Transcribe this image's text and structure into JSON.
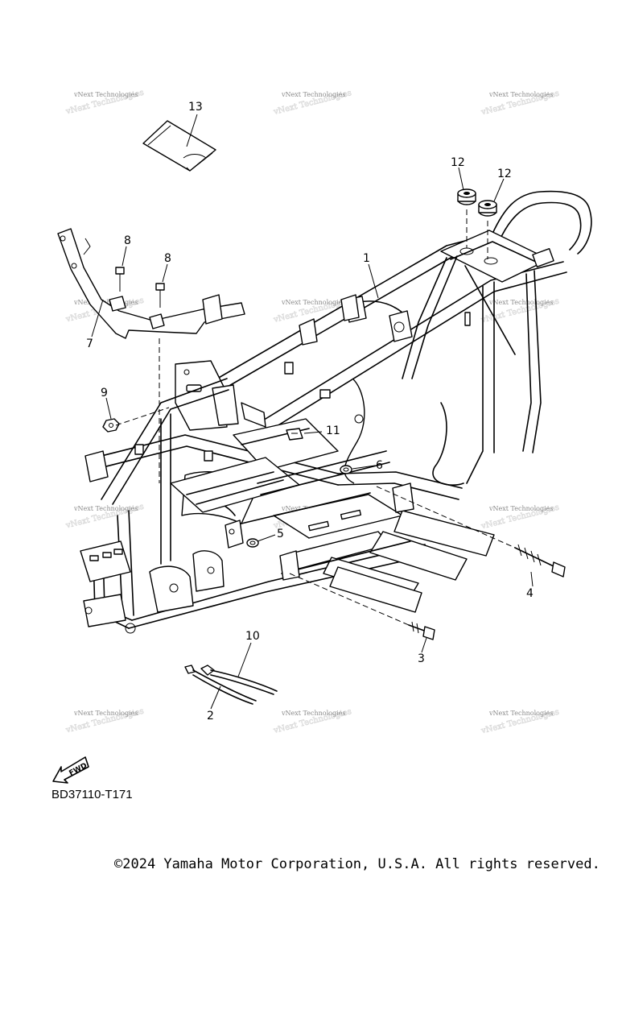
{
  "diagram": {
    "code": "BD37110-T171",
    "copyright": "©2024 Yamaha Motor Corporation, U.S.A. All rights reserved.",
    "fwd_label": "FWD",
    "watermark": "vNext Technologies",
    "callouts": {
      "c1": "1",
      "c2": "2",
      "c3": "3",
      "c4": "4",
      "c5": "5",
      "c6": "6",
      "c7": "7",
      "c8a": "8",
      "c8b": "8",
      "c9": "9",
      "c10": "10",
      "c11": "11",
      "c12a": "12",
      "c12b": "12",
      "c13": "13"
    }
  }
}
